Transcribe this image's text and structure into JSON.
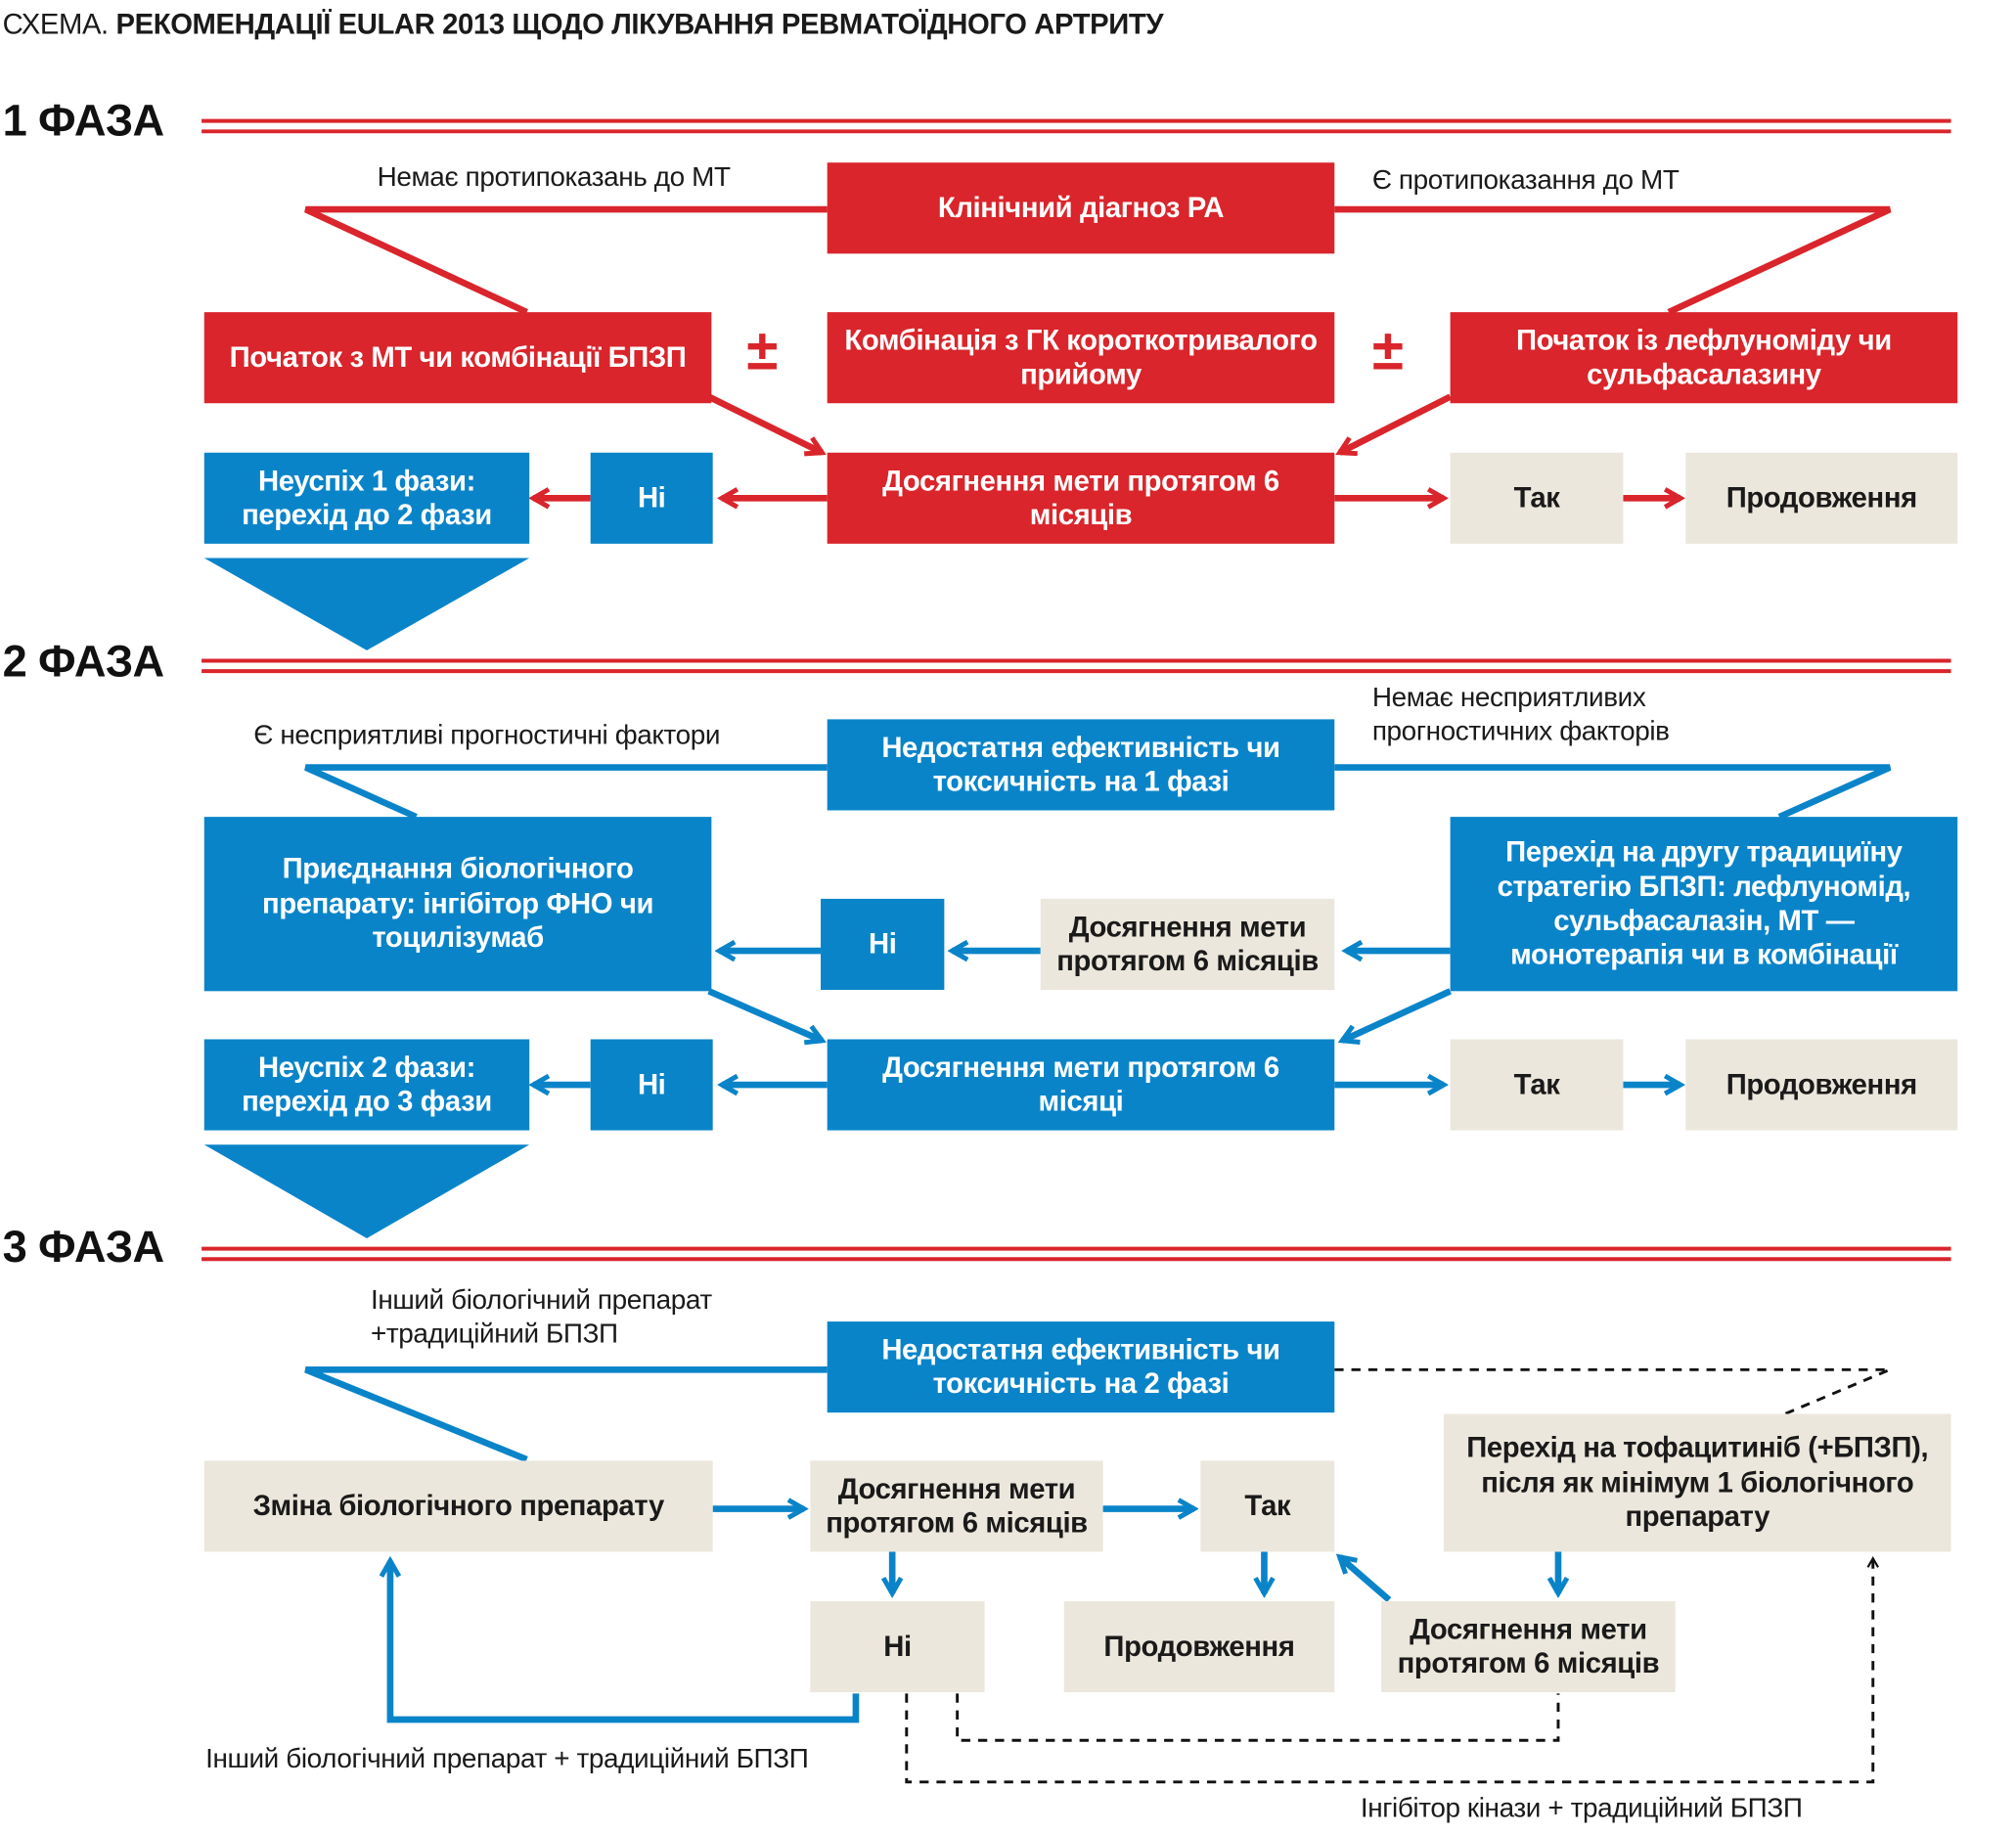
{
  "title": {
    "prefix": "СХЕМА.",
    "main": "РЕКОМЕНДАЦІЇ EULAR 2013 ЩОДО ЛІКУВАННЯ РЕВМАТОЇДНОГО АРТРИТУ"
  },
  "phases": {
    "p1": "1 ФАЗА",
    "p2": "2 ФАЗА",
    "p3": "3 ФАЗА"
  },
  "phase1": {
    "diagnosis": "Клінічний діагноз РА",
    "no_contra": "Немає протипоказань до МТ",
    "contra": "Є протипоказання до МТ",
    "start_mt": "Початок з МТ чи комбінації БПЗП",
    "plusminus": "±",
    "gk": "Комбінація з ГК короткотривалого прийому",
    "start_lef": "Початок із лефлуноміду чи сульфасалазину",
    "goal": "Досягнення мети протягом 6 місяців",
    "no": "Ні",
    "fail": "Неуспіх 1 фази: перехід до 2 фази",
    "yes": "Так",
    "continue": "Продовження"
  },
  "phase2": {
    "insufficient": "Недостатня ефективність чи токсичність на 1 фазі",
    "unfav": "Є несприятливі прогностичні фактори",
    "no_unfav": "Немає несприятливих прогностичних факторів",
    "bio": "Приєднання біологічного препарату: інгібітор ФНО чи тоцилізумаб",
    "switch": "Перехід на другу традициїну стратегію БПЗП: лефлуномід, сульфасалазін, МТ — монотерапія чи в комбінації",
    "goal_small": "Досягнення мети протягом 6 місяців",
    "no_mid": "Ні",
    "goal": "Досягнення мети протягом 6 місяці",
    "no": "Ні",
    "fail": "Неуспіх 2 фази: перехід до 3 фази",
    "yes": "Так",
    "continue": "Продовження"
  },
  "phase3": {
    "other_bio_top": "Інший біологічний препарат +традиційний БПЗП",
    "insufficient": "Недостатня ефективність чи токсичність на 2 фазі",
    "change_bio": "Зміна біологічного препарату",
    "goal": "Досягнення мети протягом 6 місяців",
    "yes": "Так",
    "tofa": "Перехід на тофацитиніб (+БПЗП), після як мінімум 1 біологічного препарату",
    "no": "Ні",
    "continue": "Продовження",
    "goal2": "Досягнення мети протягом 6 місяців",
    "other_bio_bottom": "Інший біологічний препарат + традиційний БПЗП",
    "kinase": "Інгібітор кінази + традиційний БПЗП"
  },
  "colors": {
    "red": "#d9252b",
    "blue": "#0a84c9",
    "beige": "#ece7dc"
  }
}
